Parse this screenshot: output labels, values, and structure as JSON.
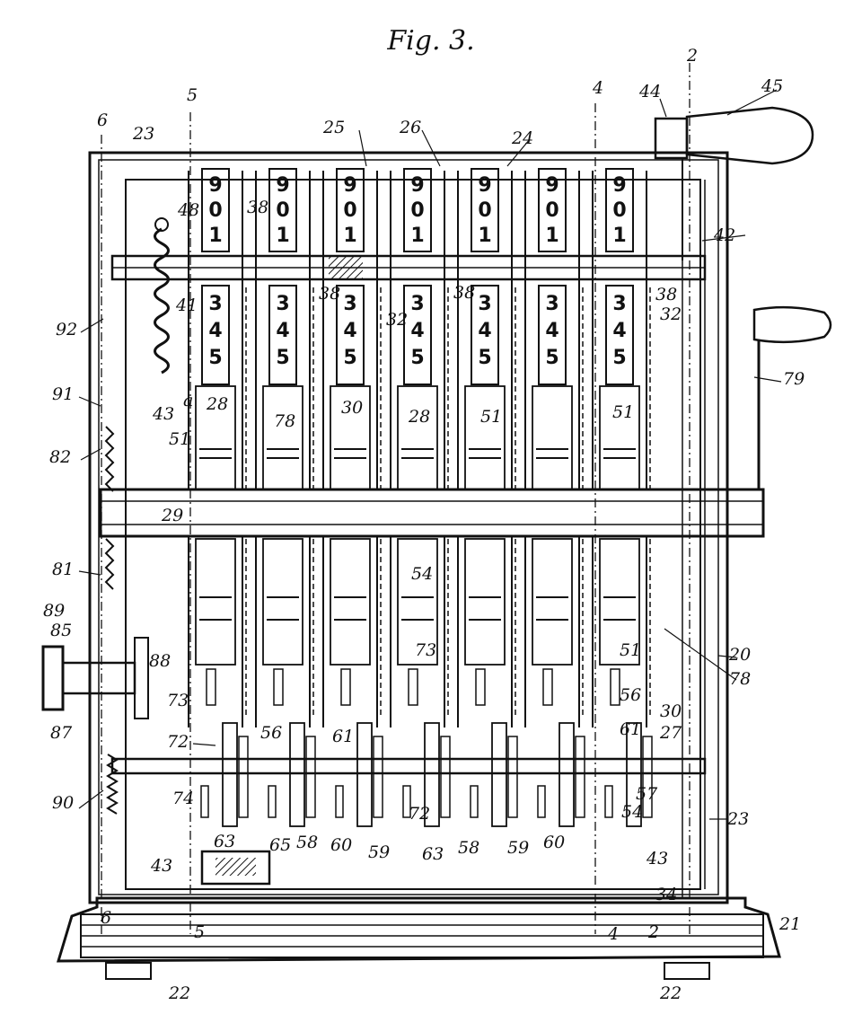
{
  "figure": {
    "title": "Fig. 3.",
    "top_wheel_digits": [
      "9",
      "0",
      "1"
    ],
    "lower_wheel_digits": [
      "3",
      "4",
      "5"
    ],
    "section_marks": {
      "s2": "2",
      "s4": "4",
      "s5": "5",
      "s6": "6",
      "b2": "2",
      "b4": "4",
      "b5": "5",
      "b6": "6"
    },
    "labels": {
      "l20": "20",
      "l21": "21",
      "l22a": "22",
      "l22b": "22",
      "l23a": "23",
      "l23b": "23",
      "l24": "24",
      "l25": "25",
      "l26": "26",
      "l27": "27",
      "l28a": "28",
      "l28b": "28",
      "l29": "29",
      "l30a": "30",
      "l30b": "30",
      "l32a": "32",
      "l32b": "32",
      "l38a": "38",
      "l38b": "38",
      "l38c": "38",
      "l38d": "38",
      "l41": "41",
      "l42": "42",
      "l43a": "43",
      "l43b": "43",
      "l43c": "43",
      "l43sup": "a",
      "l44": "44",
      "l45": "45",
      "l48": "48",
      "l51a": "51",
      "l51b": "51",
      "l51c": "51",
      "l51d": "51",
      "l54a": "54",
      "l54b": "54",
      "l56a": "56",
      "l56b": "56",
      "l57": "57",
      "l58a": "58",
      "l58b": "58",
      "l59a": "59",
      "l59b": "59",
      "l60a": "60",
      "l60b": "60",
      "l61a": "61",
      "l61b": "61",
      "l63a": "63",
      "l63b": "63",
      "l65": "65",
      "l72a": "72",
      "l72b": "72",
      "l73a": "73",
      "l73b": "73",
      "l74": "74",
      "l78a": "78",
      "l78b": "78",
      "l79": "79",
      "l81": "81",
      "l82": "82",
      "l85": "85",
      "l87": "87",
      "l88": "88",
      "l89": "89",
      "l90": "90",
      "l91": "91",
      "l92": "92",
      "l34": "34"
    }
  }
}
